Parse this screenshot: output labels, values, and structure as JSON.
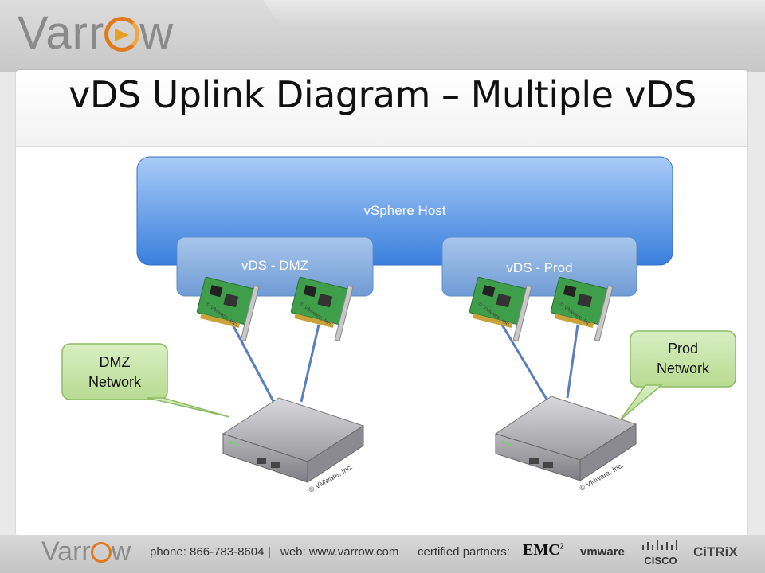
{
  "brand": {
    "logo_text_left": "Varr",
    "logo_text_right": "w"
  },
  "slide": {
    "title": "vDS Uplink Diagram – Multiple vDS"
  },
  "diagram": {
    "host_label": "vSphere Host",
    "vds_dmz_label": "vDS - DMZ",
    "vds_prod_label": "vDS - Prod",
    "dmz_callout_line1": "DMZ",
    "dmz_callout_line2": "Network",
    "prod_callout_line1": "Prod",
    "prod_callout_line2": "Network",
    "nic_copyright": "© VMware, Inc.",
    "switch_copyright": "© VMware, Inc."
  },
  "footer": {
    "logo_left": "Varr",
    "logo_right": "w",
    "phone": "phone: 866-783-8604",
    "separator": "|",
    "web": "web: www.varrow.com",
    "partners_label": "certified partners:",
    "partner_emc": "EMC",
    "partner_emc_sup": "2",
    "partner_vmware": "vmware",
    "partner_cisco": "CISCO",
    "partner_citrix": "CiTRiX"
  },
  "colors": {
    "host_blue": "#4a8ee6",
    "vds_blue": "#7ea9dd",
    "callout_green": "#c5e3a6",
    "accent_orange": "#e07a1a"
  }
}
